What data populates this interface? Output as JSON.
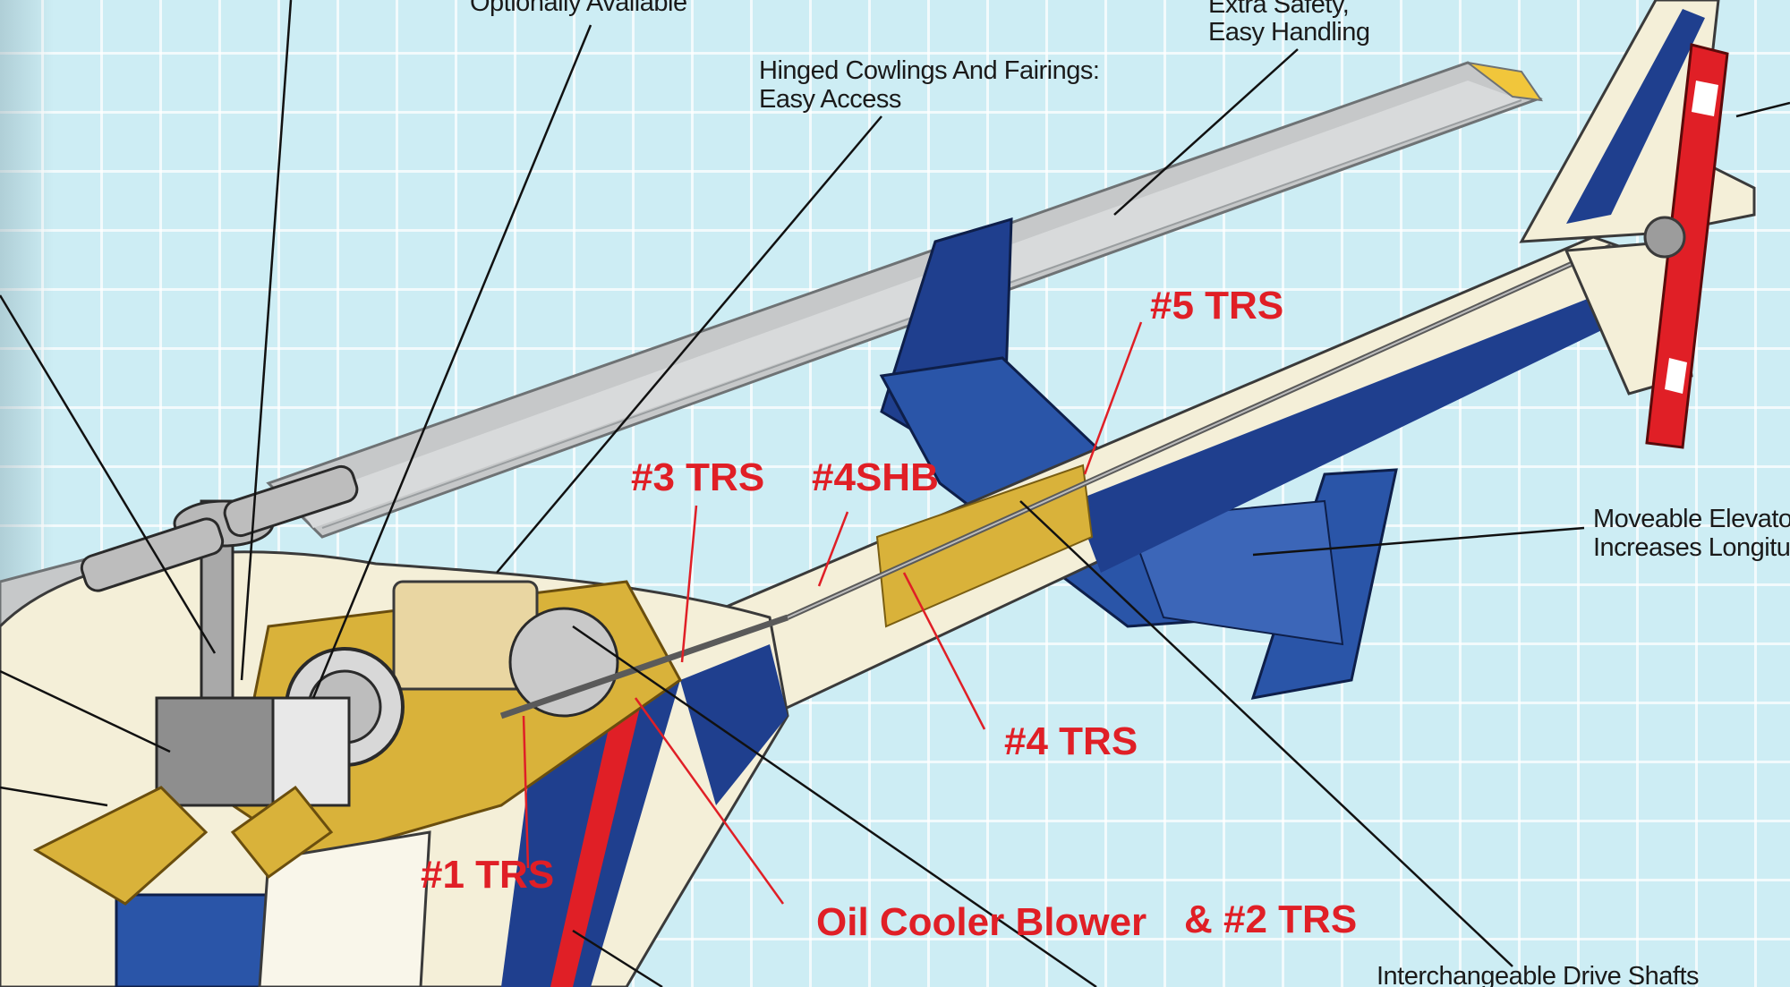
{
  "callouts": {
    "optional": "Optionally Available",
    "safety_1": "Extra Safety,",
    "safety_2": "Easy Handling",
    "cowlings_1": "Hinged Cowlings And Fairings:",
    "cowlings_2": "Easy Access",
    "elevator_1": "Moveable Elevator",
    "elevator_2": "Increases Longitu",
    "driveshafts": "Interchangeable Drive Shafts"
  },
  "labels": {
    "trs5": "#5 TRS",
    "trs3": "#3 TRS",
    "shb4": "#4SHB",
    "trs4": "#4 TRS",
    "trs1": "#1 TRS",
    "oil_cooler": "Oil Cooler Blower",
    "trs2": "& #2 TRS"
  },
  "colors": {
    "red_label": "#e01f26",
    "navy": "#1f3f8e",
    "gold": "#d9b23a",
    "cream": "#f4efd8",
    "blade_gray": "#c8cacb",
    "grid_bg": "#cdedf4"
  }
}
